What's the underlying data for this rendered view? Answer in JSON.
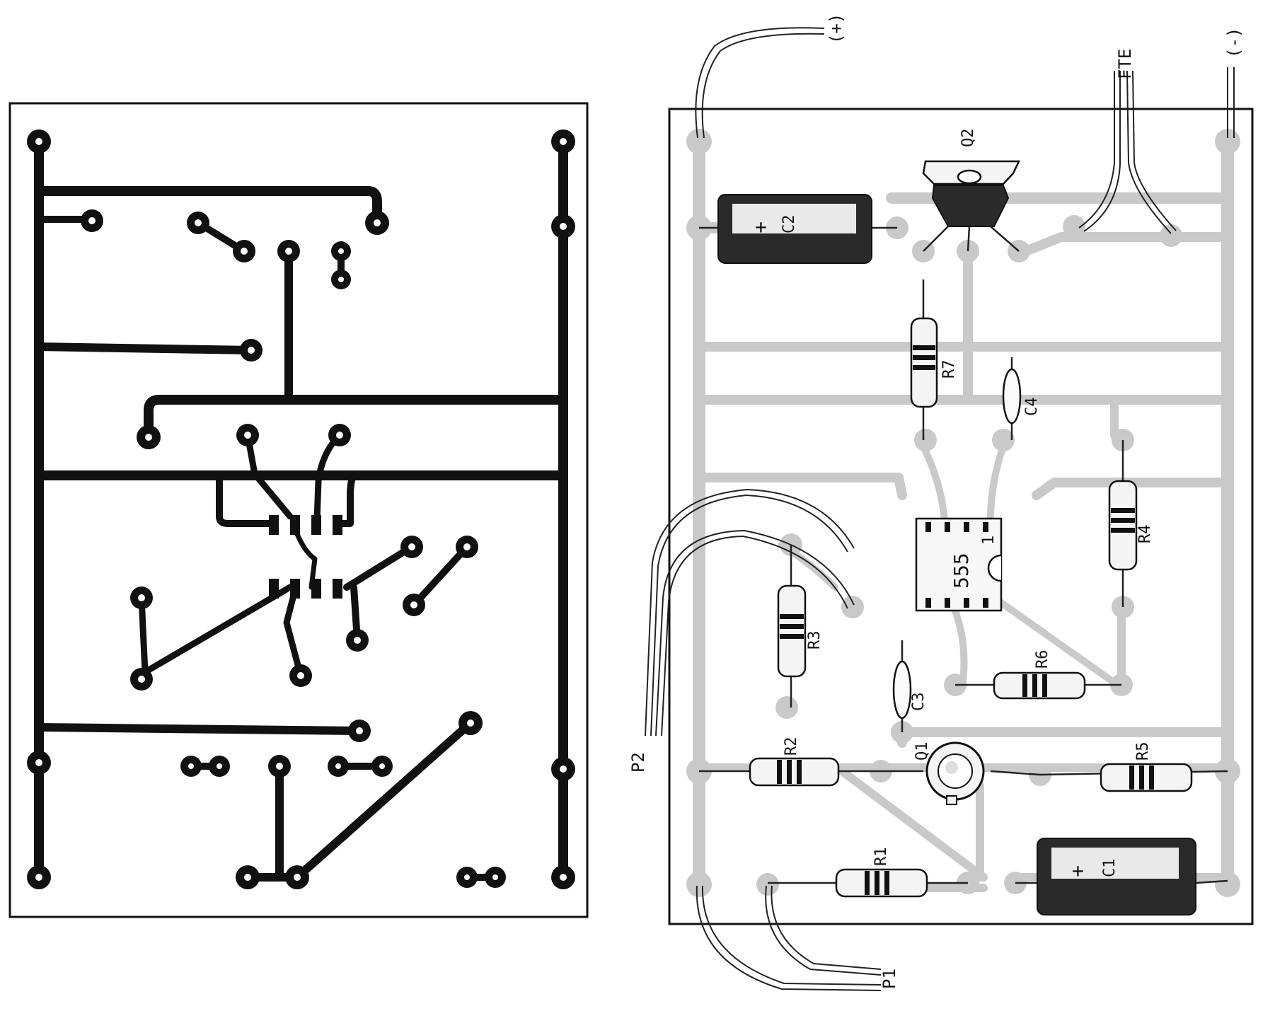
{
  "labels": {
    "plus": "(+)",
    "minus": "(-)",
    "fte": "FTE",
    "p1": "P1",
    "p2": "P2",
    "ic": "555",
    "pin1": "1",
    "plus_sign": "+"
  },
  "components": [
    {
      "id": "q1",
      "label": "Q1"
    },
    {
      "id": "q2",
      "label": "Q2"
    },
    {
      "id": "c1",
      "label": "C1"
    },
    {
      "id": "c2",
      "label": "C2"
    },
    {
      "id": "c3",
      "label": "C3"
    },
    {
      "id": "c4",
      "label": "C4"
    },
    {
      "id": "r1",
      "label": "R1"
    },
    {
      "id": "r2",
      "label": "R2"
    },
    {
      "id": "r3",
      "label": "R3"
    },
    {
      "id": "r4",
      "label": "R4"
    },
    {
      "id": "r5",
      "label": "R5"
    },
    {
      "id": "r6",
      "label": "R6"
    },
    {
      "id": "r7",
      "label": "R7"
    }
  ],
  "colors": {
    "ink": "#111111",
    "copper_side_trace": "#c9c9c9",
    "paper": "#ffffff"
  }
}
